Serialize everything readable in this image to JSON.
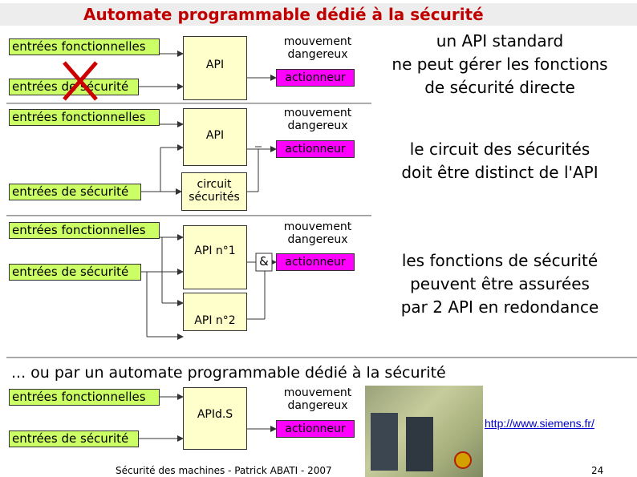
{
  "title": "Automate programmable dédié à la sécurité",
  "labels": {
    "functional_inputs": "entrées fonctionnelles",
    "safety_inputs": "entrées de sécurité",
    "api": "API",
    "dangerous_motion_line1": "mouvement",
    "dangerous_motion_line2": "dangereux",
    "actuator": "actionneur",
    "safety_circuit_line1": "circuit",
    "safety_circuit_line2": "sécurités",
    "api_1": "API n°1",
    "api_2": "API n°2",
    "and_gate": "&",
    "apids": "APId.S"
  },
  "notes": {
    "row1_line1": "un API standard",
    "row1_line2": "ne peut gérer les fonctions",
    "row1_line3": "de sécurité directe",
    "row2_line1": "le circuit des sécurités",
    "row2_line2": "doit être distinct de l'API",
    "row3_line1": "les fonctions de sécurité",
    "row3_line2": "peuvent être assurées",
    "row3_line3": "par 2 API en redondance"
  },
  "bottom_heading": "... ou par un automate programmable dédié à la sécurité",
  "image_link": "http://www.siemens.fr/",
  "footer": "Sécurité des machines - Patrick ABATI - 2007",
  "page_number": "24",
  "colors": {
    "title": "#c00000",
    "input_box": "#ccff66",
    "controller_box": "#ffffcc",
    "actuator_box": "#ff00ff",
    "cross": "#cc0000"
  },
  "icons": {
    "forbidden": "red-cross-icon"
  }
}
